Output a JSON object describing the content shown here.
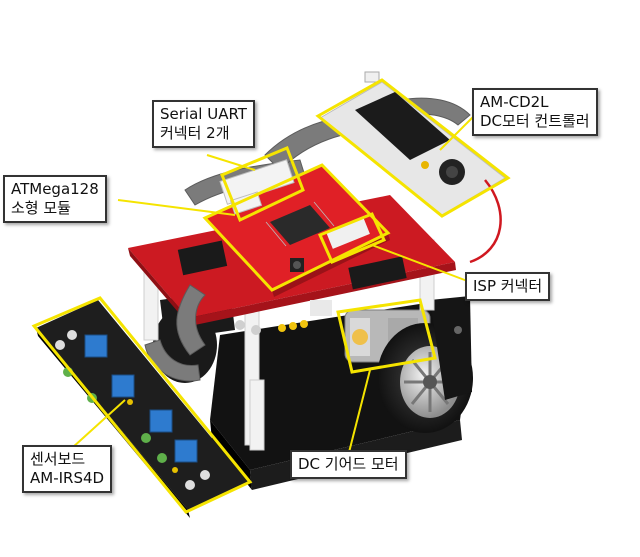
{
  "colors": {
    "highlight": "#f5e400",
    "pcb_red": "#d01820",
    "chassis_black": "#111111",
    "cable_gray": "#7a7a7a"
  },
  "callouts": {
    "serial_uart": {
      "line1": "Serial UART",
      "line2": "커넥터 2개"
    },
    "atmega": {
      "line1": "ATMega128",
      "line2": "소형 모듈"
    },
    "motor_controller": {
      "line1": "AM-CD2L",
      "line2": "DC모터 컨트롤러"
    },
    "isp": {
      "line1": "ISP 커넥터"
    },
    "sensor_board": {
      "line1": "센서보드",
      "line2": "AM-IRS4D"
    },
    "dc_motor": {
      "line1": "DC 기어드 모터"
    }
  }
}
